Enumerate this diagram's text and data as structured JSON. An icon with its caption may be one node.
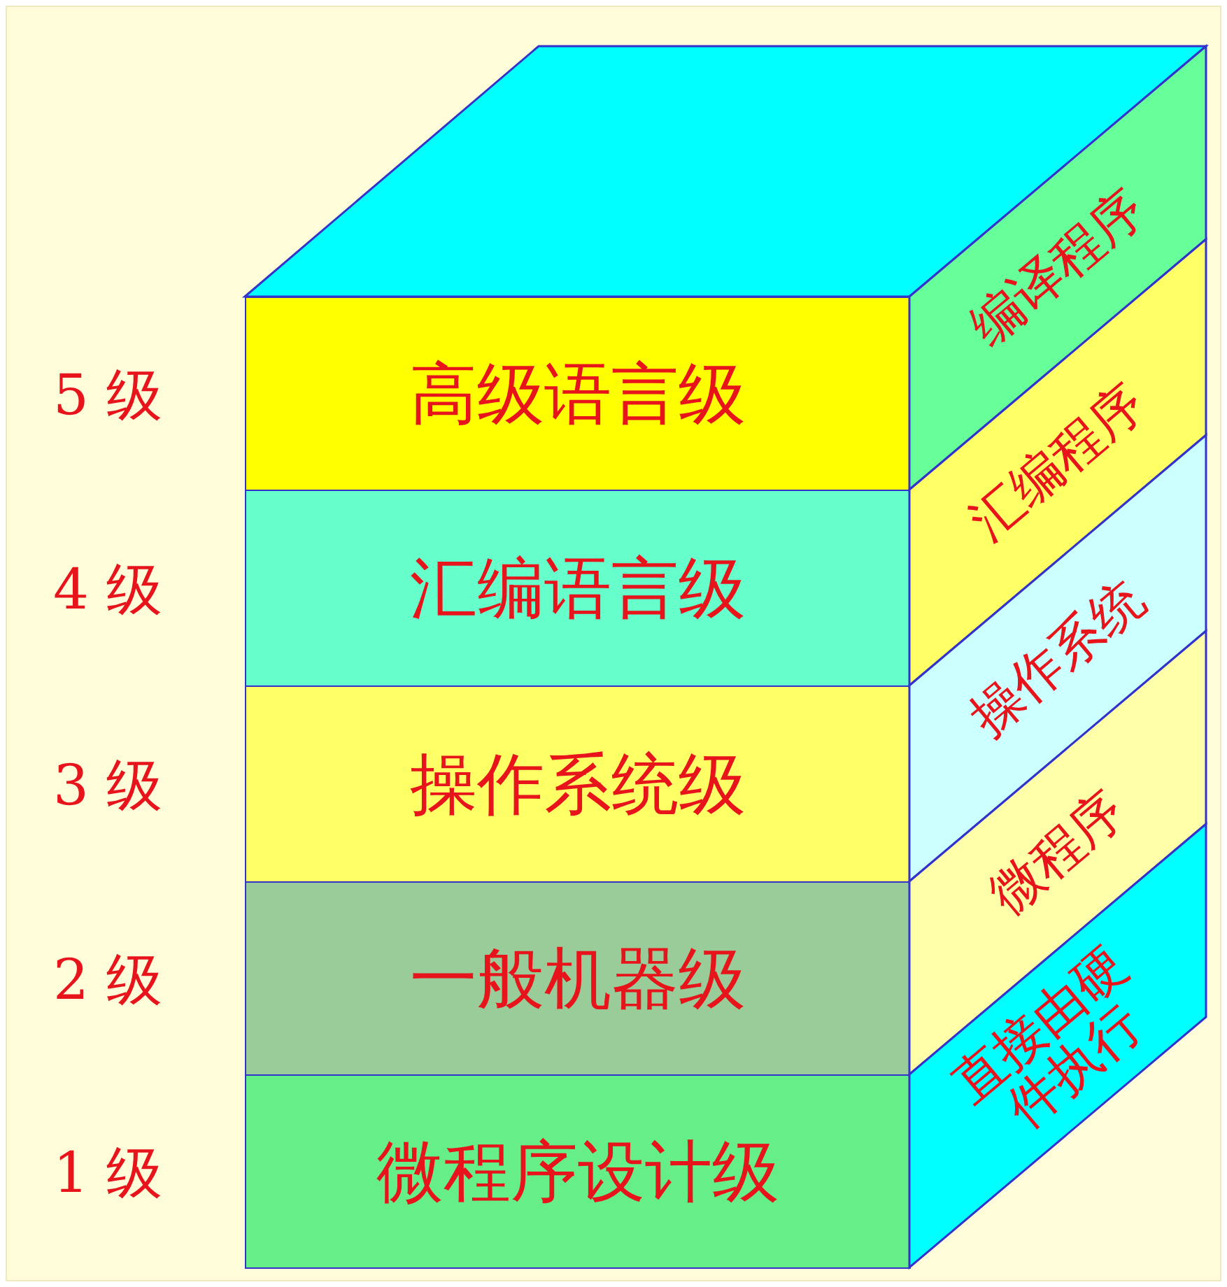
{
  "diagram": {
    "nodes": [
      {
        "text": [
          "高级语言级"
        ],
        "beside": [
          "5 级"
        ]
      },
      {
        "text": [
          "汇编语言级"
        ],
        "beside": [
          "4 级"
        ]
      },
      {
        "text": [
          "操作系统级"
        ],
        "beside": [
          "3 级"
        ]
      },
      {
        "text": [
          "一般机器级"
        ],
        "beside": [
          "2 级"
        ]
      },
      {
        "text": [
          "微程序设计级"
        ],
        "beside": [
          "1 级"
        ]
      },
      {
        "text": [
          "编译程序"
        ]
      },
      {
        "text": [
          "汇编程序"
        ]
      },
      {
        "text": [
          "操作系统"
        ]
      },
      {
        "text": [
          "微程序"
        ]
      },
      {
        "text": [
          "直接由硬件执行"
        ]
      }
    ]
  }
}
